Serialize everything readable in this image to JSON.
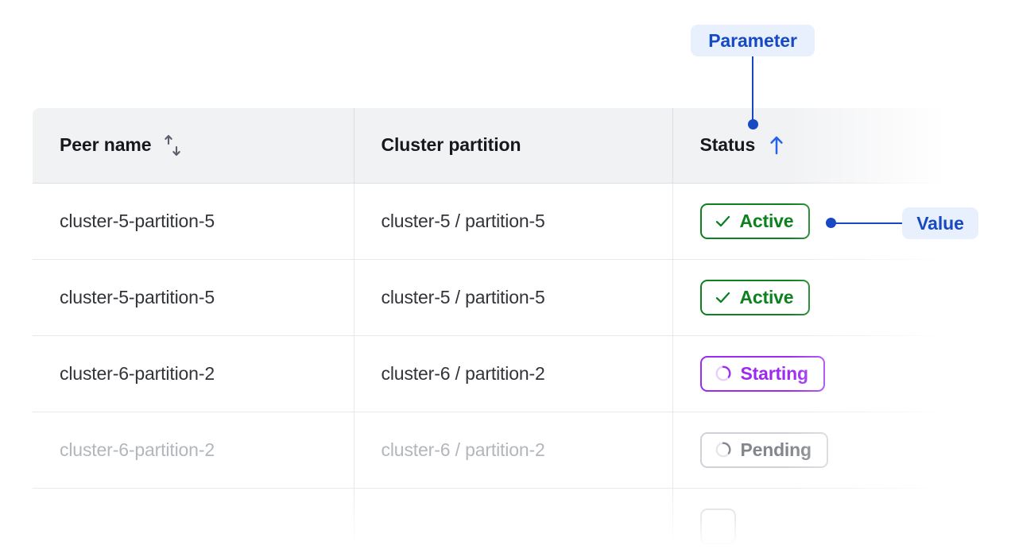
{
  "table": {
    "columns": [
      {
        "label": "Peer name",
        "sort_icon": "sort-both-icon",
        "sort_state": "none"
      },
      {
        "label": "Cluster partition",
        "sort_icon": null,
        "sort_state": "none"
      },
      {
        "label": "Status",
        "sort_icon": "arrow-up-icon",
        "sort_state": "ascending"
      }
    ],
    "rows": [
      {
        "peer_name": "cluster-5-partition-5",
        "cluster_partition": "cluster-5 / partition-5",
        "status": {
          "label": "Active",
          "icon": "check-icon",
          "variant": "active"
        },
        "dimmed": false
      },
      {
        "peer_name": "cluster-5-partition-5",
        "cluster_partition": "cluster-5 / partition-5",
        "status": {
          "label": "Active",
          "icon": "check-icon",
          "variant": "active"
        },
        "dimmed": false
      },
      {
        "peer_name": "cluster-6-partition-2",
        "cluster_partition": "cluster-6 / partition-2",
        "status": {
          "label": "Starting",
          "icon": "spinner-icon",
          "variant": "starting"
        },
        "dimmed": false
      },
      {
        "peer_name": "cluster-6-partition-2",
        "cluster_partition": "cluster-6 / partition-2",
        "status": {
          "label": "Pending",
          "icon": "spinner-icon",
          "variant": "pending"
        },
        "dimmed": true
      }
    ]
  },
  "annotations": {
    "parameter": {
      "label": "Parameter"
    },
    "value": {
      "label": "Value"
    }
  },
  "colors": {
    "accent_blue": "#1749c4",
    "annotation_bg": "#e8f0fe",
    "sort_active_blue": "#2563eb",
    "status_active_green": "#0d801f",
    "status_starting_purple": "#9b2bf0",
    "status_pending_gray": "#83868c",
    "header_bg": "#f1f2f4",
    "border_gray": "#dcdee2"
  }
}
